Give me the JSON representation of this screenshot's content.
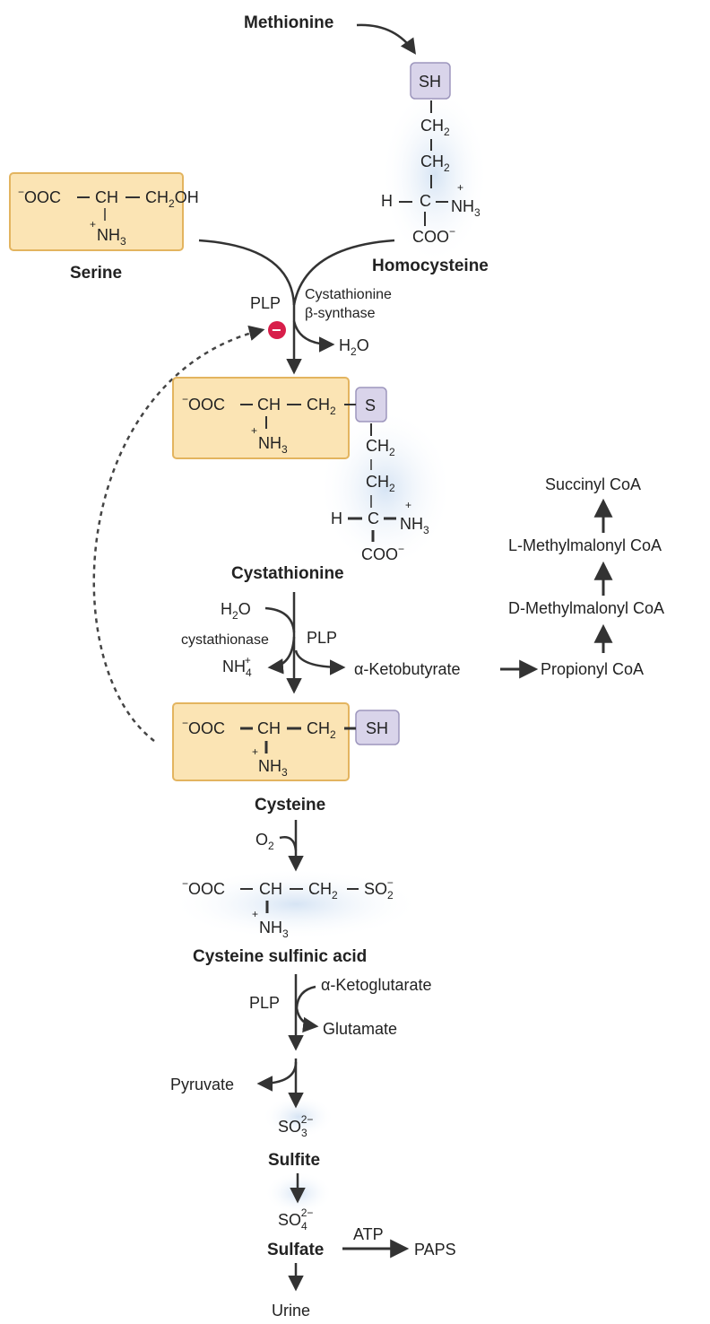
{
  "compounds": {
    "methionine": "Methionine",
    "serine": "Serine",
    "homocysteine": "Homocysteine",
    "cystathionine": "Cystathionine",
    "cysteine": "Cysteine",
    "cysteine_sulfinic_acid": "Cysteine sulfinic acid",
    "sulfite": "Sulfite",
    "sulfate": "Sulfate",
    "urine": "Urine",
    "paps": "PAPS",
    "pyruvate": "Pyruvate",
    "alpha_ketobutyrate": "α-Ketobutyrate",
    "propionyl_coa": "Propionyl CoA",
    "d_methylmalonyl_coa": "D-Methylmalonyl CoA",
    "l_methylmalonyl_coa": "L-Methylmalonyl CoA",
    "succinyl_coa": "Succinyl CoA",
    "alpha_ketoglutarate": "α-Ketoglutarate",
    "glutamate": "Glutamate"
  },
  "enzymes": {
    "cbs_line1": "Cystathionine",
    "cbs_line2": "β-synthase",
    "cystathionase": "cystathionase"
  },
  "cofactors": {
    "plp": "PLP",
    "h2o": "H",
    "h2o_sub": "2",
    "h2o_end": "O",
    "o2": "O",
    "o2_sub": "2",
    "atp": "ATP"
  },
  "inhibition_symbol": "−",
  "colors": {
    "box_fill": "#fbe4b4",
    "box_stroke": "#e3b45f",
    "sulfur_fill": "#d9d4ea",
    "sulfur_stroke": "#9d96bd",
    "halo": "#dde8f5",
    "arrow": "#333333",
    "inhibit": "#d81e4a"
  }
}
